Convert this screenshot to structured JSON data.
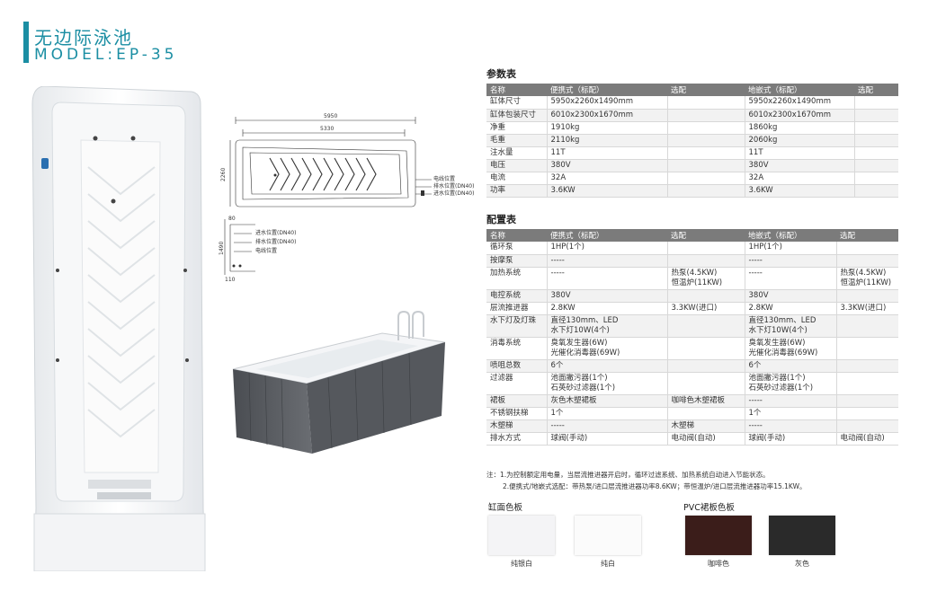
{
  "header": {
    "title_cn": "无边际泳池",
    "model": "MODEL:EP-35"
  },
  "drawing": {
    "dim_total_length": "5950",
    "dim_inner_length": "5330",
    "dim_width": "2260",
    "dim_height": "1490",
    "dim_small_top": "80",
    "dim_small_bottom": "110",
    "top_labels": [
      "电线位置",
      "排水位置(DN40)",
      "进水位置(DN40)"
    ],
    "side_labels": [
      "进水位置(DN40)",
      "排水位置(DN40)",
      "电线位置"
    ]
  },
  "params": {
    "title": "参数表",
    "headers": [
      "名称",
      "便携式（标配）",
      "选配",
      "地嵌式（标配）",
      "选配"
    ],
    "rows": [
      [
        "缸体尺寸",
        "5950x2260x1490mm",
        "",
        "5950x2260x1490mm",
        ""
      ],
      [
        "缸体包装尺寸",
        "6010x2300x1670mm",
        "",
        "6010x2300x1670mm",
        ""
      ],
      [
        "净重",
        "1910kg",
        "",
        "1860kg",
        ""
      ],
      [
        "毛重",
        "2110kg",
        "",
        "2060kg",
        ""
      ],
      [
        "注水量",
        "11T",
        "",
        "11T",
        ""
      ],
      [
        "电压",
        "380V",
        "",
        "380V",
        ""
      ],
      [
        "电流",
        "32A",
        "",
        "32A",
        ""
      ],
      [
        "功率",
        "3.6KW",
        "",
        "3.6KW",
        ""
      ]
    ]
  },
  "config": {
    "title": "配置表",
    "headers": [
      "名称",
      "便携式（标配）",
      "选配",
      "地嵌式（标配）",
      "选配"
    ],
    "rows": [
      [
        "循环泵",
        "1HP(1个)",
        "",
        "1HP(1个)",
        ""
      ],
      [
        "按摩泵",
        "-----",
        "",
        "-----",
        ""
      ],
      [
        "加热系统",
        "-----",
        "热泵(4.5KW)\n恒温炉(11KW)",
        "-----",
        "热泵(4.5KW)\n恒温炉(11KW)"
      ],
      [
        "电控系统",
        "380V",
        "",
        "380V",
        ""
      ],
      [
        "层流推进器",
        "2.8KW",
        "3.3KW(进口)",
        "2.8KW",
        "3.3KW(进口)"
      ],
      [
        "水下灯及灯珠",
        "直径130mm、LED\n水下灯10W(4个)",
        "",
        "直径130mm、LED\n水下灯10W(4个)",
        ""
      ],
      [
        "消毒系统",
        "臭氧发生器(6W)\n光催化消毒器(69W)",
        "",
        "臭氧发生器(6W)\n光催化消毒器(69W)",
        ""
      ],
      [
        "喷咀总数",
        "6个",
        "",
        "6个",
        ""
      ],
      [
        "过滤器",
        "池面撇污器(1个)\n石英砂过滤器(1个)",
        "",
        "池面撇污器(1个)\n石英砂过滤器(1个)",
        ""
      ],
      [
        "裙板",
        "灰色木塑裙板",
        "咖啡色木塑裙板",
        "-----",
        ""
      ],
      [
        "不锈钢扶梯",
        "1个",
        "",
        "1个",
        ""
      ],
      [
        "木塑梯",
        "-----",
        "木塑梯",
        "-----",
        ""
      ],
      [
        "排水方式",
        "球阀(手动)",
        "电动阀(自动)",
        "球阀(手动)",
        "电动阀(自动)"
      ]
    ]
  },
  "notes": [
    "注：1.为控制额定用电量，当层流推进器开启时，循环过滤系统、加热系统自动进入节能状态。",
    "2.便携式/地嵌式选配：带热泵/进口层流推进器功率8.6KW；带恒温炉/进口层流推进器功率15.1KW。"
  ],
  "swatches": {
    "tub_title": "缸面色板",
    "pvc_title": "PVC裙板色板",
    "items": [
      {
        "label": "纯银白",
        "color": "#f4f4f6"
      },
      {
        "label": "纯白",
        "color": "#fbfbfb"
      },
      {
        "label": "咖啡色",
        "color": "#3b1d1a"
      },
      {
        "label": "灰色",
        "color": "#2a2a2a"
      }
    ]
  }
}
